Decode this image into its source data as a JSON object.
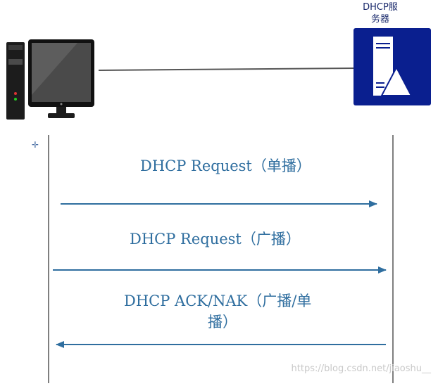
{
  "server": {
    "label_line1": "DHCP服",
    "label_line2": "务器",
    "icon": "server-icon",
    "color": "#0a1f8f"
  },
  "client": {
    "icon": "desktop-computer-icon"
  },
  "messages": [
    {
      "label": "DHCP Request（单播）",
      "direction": "client-to-server"
    },
    {
      "label": "DHCP Request（广播）",
      "direction": "client-to-server"
    },
    {
      "label_line1": "DHCP ACK/NAK（广播/单",
      "label_line2": "播）",
      "direction": "server-to-client"
    }
  ],
  "colors": {
    "arrow": "#2f6e9f",
    "lifeline": "#555555",
    "text": "#2f6e9f"
  },
  "watermark": "https://blog.csdn.net/jiaoshu__"
}
